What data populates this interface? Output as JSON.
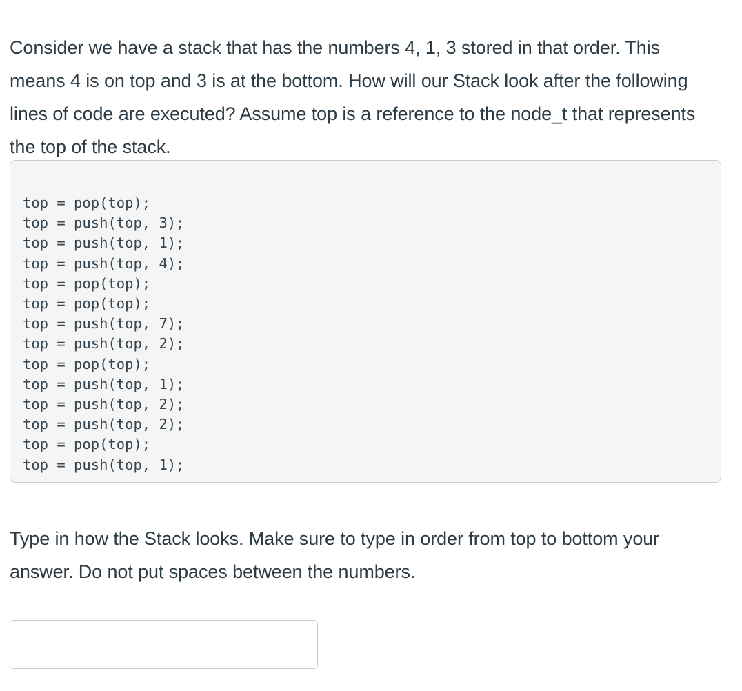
{
  "question": {
    "intro_paragraph": "Consider we have a stack that has the numbers 4, 1, 3 stored in that order. This means 4 is on top and 3 is at the bottom. How will our Stack look after the following lines of code are executed? Assume top is a reference to the node_t that represents the top of the stack.",
    "instruction_paragraph": "Type in how the Stack looks. Make sure to type in order from top to bottom your answer. Do not put spaces between the numbers."
  },
  "code_block": {
    "language": "c",
    "lines": [
      "top = pop(top);",
      "top = push(top, 3);",
      "top = push(top, 1);",
      "top = push(top, 4);",
      "top = pop(top);",
      "top = pop(top);",
      "top = push(top, 7);",
      "top = push(top, 2);",
      "top = pop(top);",
      "top = push(top, 1);",
      "top = push(top, 2);",
      "top = push(top, 2);",
      "top = pop(top);",
      "top = push(top, 1);"
    ]
  },
  "answer_field": {
    "value": "",
    "placeholder": ""
  },
  "colors": {
    "text": "#2d3b45",
    "code_text": "#36454f",
    "code_background": "#f5f5f5",
    "border": "#c7cdd1",
    "page_background": "#ffffff"
  }
}
